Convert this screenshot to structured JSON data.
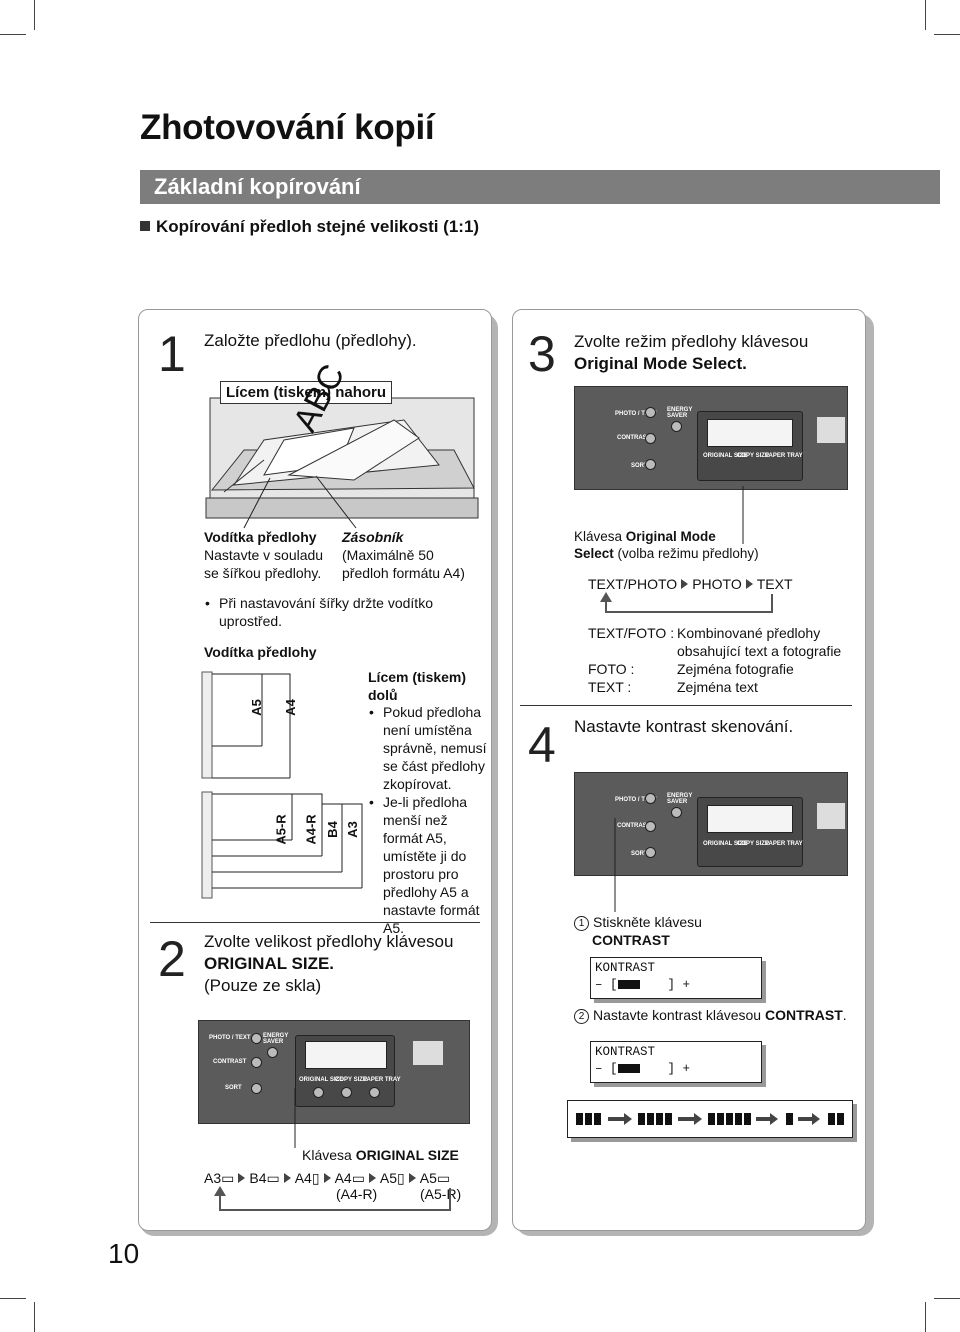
{
  "page": {
    "title": "Zhotovování kopií",
    "section": "Základní kopírování",
    "subsection": "Kopírování předloh stejné velikosti (1:1)",
    "page_number": "10"
  },
  "step1": {
    "number": "1",
    "text": "Založte předlohu (předlohy).",
    "face_up_label": "Lícem (tiskem) nahoru",
    "paper_letters": "ABC",
    "guides_title": "Vodítka předlohy",
    "guides_desc_1": "Nastavte v souladu",
    "guides_desc_2": "se šířkou předlohy.",
    "tray_title": "Zásobník",
    "tray_desc_1": "(Maximálně 50",
    "tray_desc_2": "předloh formátu A4)",
    "bullet_1": "Při nastavování šířky držte vodítko",
    "bullet_1b": "uprostřed.",
    "guides_title2": "Vodítka předlohy",
    "face_down_title_1": "Lícem (tiskem)",
    "face_down_title_2": "dolů",
    "face_down_b1": [
      "Pokud předloha",
      "není umístěna",
      "správně, nemusí",
      "se část předlohy",
      "zkopírovat."
    ],
    "face_down_b2": [
      "Je-li předloha",
      "menší než",
      "formát A5,",
      "umístěte ji do",
      "prostoru pro",
      "předlohy A5 a",
      "nastavte formát",
      "A5."
    ],
    "sizes_top": [
      "A5",
      "A4"
    ],
    "sizes_bottom": [
      "A5-R",
      "A4-R",
      "B4",
      "A3"
    ]
  },
  "step2": {
    "number": "2",
    "text_1": "Zvolte velikost předlohy klávesou",
    "text_2": "ORIGINAL SIZE.",
    "text_3": "(Pouze ze skla)",
    "key_caption_1": "Klávesa ",
    "key_caption_2": "ORIGINAL SIZE",
    "cycle": [
      "A3",
      "B4",
      "A4",
      "A4",
      "A5",
      "A5"
    ],
    "cycle_sub": [
      "(A4-R)",
      "(A5-R)"
    ]
  },
  "step3": {
    "number": "3",
    "text_1": "Zvolte režim předlohy klávesou",
    "text_2": "Original Mode Select.",
    "key_caption_1": "Klávesa ",
    "key_caption_2": "Original Mode",
    "key_caption_3": "Select",
    "key_caption_4": " (volba režimu předlohy)",
    "cycle": [
      "TEXT/PHOTO",
      "PHOTO",
      "TEXT"
    ],
    "defs": [
      {
        "term": "TEXT/FOTO :",
        "desc": "Kombinované předlohy"
      },
      {
        "term": "",
        "desc": "obsahující text a fotografie"
      },
      {
        "term": "FOTO :",
        "desc": "Zejména fotografie"
      },
      {
        "term": "TEXT :",
        "desc": "Zejména text"
      }
    ]
  },
  "step4": {
    "number": "4",
    "text": "Nastavte kontrast skenování.",
    "sub1_num": "1",
    "sub1_text": "Stiskněte klávesu",
    "sub1_key": "CONTRAST",
    "sub2_num": "2",
    "sub2_text": "Nastavte kontrast klávesou ",
    "sub2_key": "CONTRAST",
    "sub2_end": ".",
    "lcd_title": "KONTRAST",
    "lcd_minus": "– [",
    "lcd_plus": "] +"
  },
  "control_panel": {
    "photo_text": "PHOTO / TEXT",
    "energy_saver_1": "ENERGY",
    "energy_saver_2": "SAVER",
    "contrast": "CONTRAST",
    "sort": "SORT",
    "original_size": "ORIGINAL SIZE",
    "copy_size": "COPY SIZE",
    "paper_tray": "PAPER TRAY"
  },
  "chart_data": null
}
